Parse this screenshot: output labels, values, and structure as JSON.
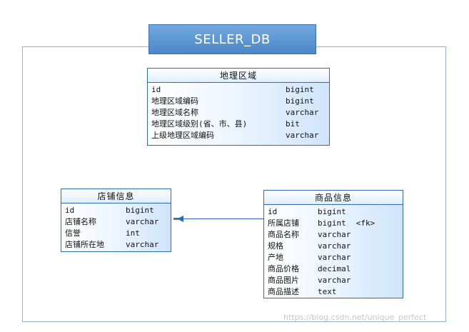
{
  "database": {
    "title": "SELLER_DB"
  },
  "entities": {
    "region": {
      "title": "地理区域",
      "fields": [
        {
          "name": "id",
          "type": "bigint"
        },
        {
          "name": "地理区域编码",
          "type": "bigint"
        },
        {
          "name": "地理区域名称",
          "type": "varchar"
        },
        {
          "name": "地理区域级别(省、市、县)",
          "type": "bit"
        },
        {
          "name": "上级地理区域编码",
          "type": "varchar"
        }
      ]
    },
    "shop": {
      "title": "店铺信息",
      "fields": [
        {
          "name": "id",
          "type": "bigint"
        },
        {
          "name": "店铺名称",
          "type": "varchar"
        },
        {
          "name": "信誉",
          "type": "int"
        },
        {
          "name": "店铺所在地",
          "type": "varchar"
        }
      ]
    },
    "product": {
      "title": "商品信息",
      "fields": [
        {
          "name": "id",
          "type": "bigint",
          "extra": ""
        },
        {
          "name": "所属店铺",
          "type": "bigint",
          "extra": "<fk>"
        },
        {
          "name": "商品名称",
          "type": "varchar",
          "extra": ""
        },
        {
          "name": "规格",
          "type": "varchar",
          "extra": ""
        },
        {
          "name": "产地",
          "type": "varchar",
          "extra": ""
        },
        {
          "name": "商品价格",
          "type": "decimal",
          "extra": ""
        },
        {
          "name": "商品图片",
          "type": "varchar",
          "extra": ""
        },
        {
          "name": "商品描述",
          "type": "text",
          "extra": ""
        }
      ]
    }
  },
  "watermark": "https://blog.csdn.net/unique_perfect",
  "colors": {
    "title_fill": "#5b95d4",
    "entity_border": "#2d6db2",
    "frame_border": "#8db3d8"
  }
}
